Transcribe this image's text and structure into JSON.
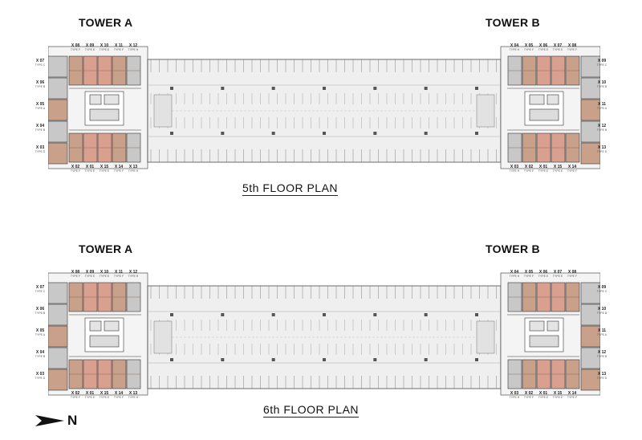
{
  "floors": [
    {
      "tower_a": "TOWER A",
      "tower_b": "TOWER B",
      "title": "5th FLOOR PLAN",
      "a_top": [
        {
          "code": "X 08",
          "type": "TYPE F"
        },
        {
          "code": "X 09",
          "type": "TYPE E"
        },
        {
          "code": "X 10",
          "type": "TYPE E"
        },
        {
          "code": "X 11",
          "type": "TYPE F"
        },
        {
          "code": "X 12",
          "type": "TYPE H"
        }
      ],
      "a_bottom": [
        {
          "code": "X 02",
          "type": "TYPE F"
        },
        {
          "code": "X 01",
          "type": "TYPE E"
        },
        {
          "code": "X 15",
          "type": "TYPE E"
        },
        {
          "code": "X 14",
          "type": "TYPE F"
        },
        {
          "code": "X 13",
          "type": "TYPE H"
        }
      ],
      "a_left": [
        {
          "code": "X 07",
          "type": "TYPE C"
        },
        {
          "code": "X 06",
          "type": "TYPE B"
        },
        {
          "code": "X 05",
          "type": "TYPE A"
        },
        {
          "code": "X 04",
          "type": "TYPE B"
        },
        {
          "code": "X 03",
          "type": "TYPE D"
        }
      ],
      "b_top": [
        {
          "code": "X 04",
          "type": "TYPE H"
        },
        {
          "code": "X 05",
          "type": "TYPE F"
        },
        {
          "code": "X 06",
          "type": "TYPE E"
        },
        {
          "code": "X 07",
          "type": "TYPE E"
        },
        {
          "code": "X 08",
          "type": "TYPE F"
        }
      ],
      "b_bottom": [
        {
          "code": "X 03",
          "type": "TYPE H"
        },
        {
          "code": "X 02",
          "type": "TYPE F"
        },
        {
          "code": "X 01",
          "type": "TYPE E"
        },
        {
          "code": "X 15",
          "type": "TYPE E"
        },
        {
          "code": "X 14",
          "type": "TYPE F"
        }
      ],
      "b_right": [
        {
          "code": "X 09",
          "type": "TYPE C"
        },
        {
          "code": "X 10",
          "type": "TYPE B"
        },
        {
          "code": "X 11",
          "type": "TYPE A"
        },
        {
          "code": "X 12",
          "type": "TYPE B"
        },
        {
          "code": "X 13",
          "type": "TYPE D"
        }
      ]
    },
    {
      "tower_a": "TOWER A",
      "tower_b": "TOWER B",
      "title": "6th FLOOR PLAN",
      "a_top": [
        {
          "code": "X 08",
          "type": "TYPE F"
        },
        {
          "code": "X 09",
          "type": "TYPE E"
        },
        {
          "code": "X 10",
          "type": "TYPE E"
        },
        {
          "code": "X 11",
          "type": "TYPE F"
        },
        {
          "code": "X 12",
          "type": "TYPE H"
        }
      ],
      "a_bottom": [
        {
          "code": "X 02",
          "type": "TYPE F"
        },
        {
          "code": "X 01",
          "type": "TYPE E"
        },
        {
          "code": "X 15",
          "type": "TYPE E"
        },
        {
          "code": "X 14",
          "type": "TYPE F"
        },
        {
          "code": "X 13",
          "type": "TYPE H"
        }
      ],
      "a_left": [
        {
          "code": "X 07",
          "type": "TYPE C"
        },
        {
          "code": "X 06",
          "type": "TYPE B"
        },
        {
          "code": "X 05",
          "type": "TYPE A"
        },
        {
          "code": "X 04",
          "type": "TYPE B"
        },
        {
          "code": "X 03",
          "type": "TYPE D"
        }
      ],
      "b_top": [
        {
          "code": "X 04",
          "type": "TYPE H"
        },
        {
          "code": "X 05",
          "type": "TYPE F"
        },
        {
          "code": "X 06",
          "type": "TYPE E"
        },
        {
          "code": "X 07",
          "type": "TYPE E"
        },
        {
          "code": "X 08",
          "type": "TYPE F"
        }
      ],
      "b_bottom": [
        {
          "code": "X 03",
          "type": "TYPE H"
        },
        {
          "code": "X 02",
          "type": "TYPE F"
        },
        {
          "code": "X 01",
          "type": "TYPE E"
        },
        {
          "code": "X 15",
          "type": "TYPE E"
        },
        {
          "code": "X 14",
          "type": "TYPE F"
        }
      ],
      "b_right": [
        {
          "code": "X 09",
          "type": "TYPE C"
        },
        {
          "code": "X 10",
          "type": "TYPE B"
        },
        {
          "code": "X 11",
          "type": "TYPE A"
        },
        {
          "code": "X 12",
          "type": "TYPE B"
        },
        {
          "code": "X 13",
          "type": "TYPE D"
        }
      ]
    }
  ],
  "north_label": "N",
  "colors": {
    "unit_salmon": "#d9a090",
    "unit_tan": "#c9a08a",
    "unit_grey": "#c8c8c8",
    "parking_floor": "#efefef",
    "line": "#333333"
  }
}
